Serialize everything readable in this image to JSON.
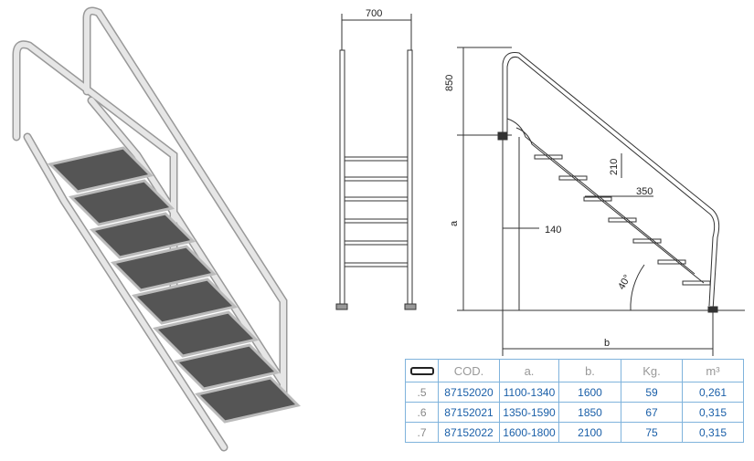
{
  "dimensions": {
    "width_top": "700",
    "handrail_height": "850",
    "height_a": "a",
    "step_rise": "210",
    "step_depth": "350",
    "offset": "140",
    "angle": "40°",
    "length_b": "b"
  },
  "table": {
    "icon": "ladder-icon",
    "headers": [
      "COD.",
      "a.",
      "b.",
      "Kg.",
      "m³"
    ],
    "rows": [
      {
        "idx": ".5",
        "cod": "87152020",
        "a": "1100-1340",
        "b": "1600",
        "kg": "59",
        "m3": "0,261"
      },
      {
        "idx": ".6",
        "cod": "87152021",
        "a": "1350-1590",
        "b": "1850",
        "kg": "67",
        "m3": "0,315"
      },
      {
        "idx": ".7",
        "cod": "87152022",
        "a": "1600-1800",
        "b": "2100",
        "kg": "75",
        "m3": "0,315"
      }
    ]
  },
  "colors": {
    "table_border": "#7fb3dc",
    "table_text": "#1a5fa8"
  }
}
